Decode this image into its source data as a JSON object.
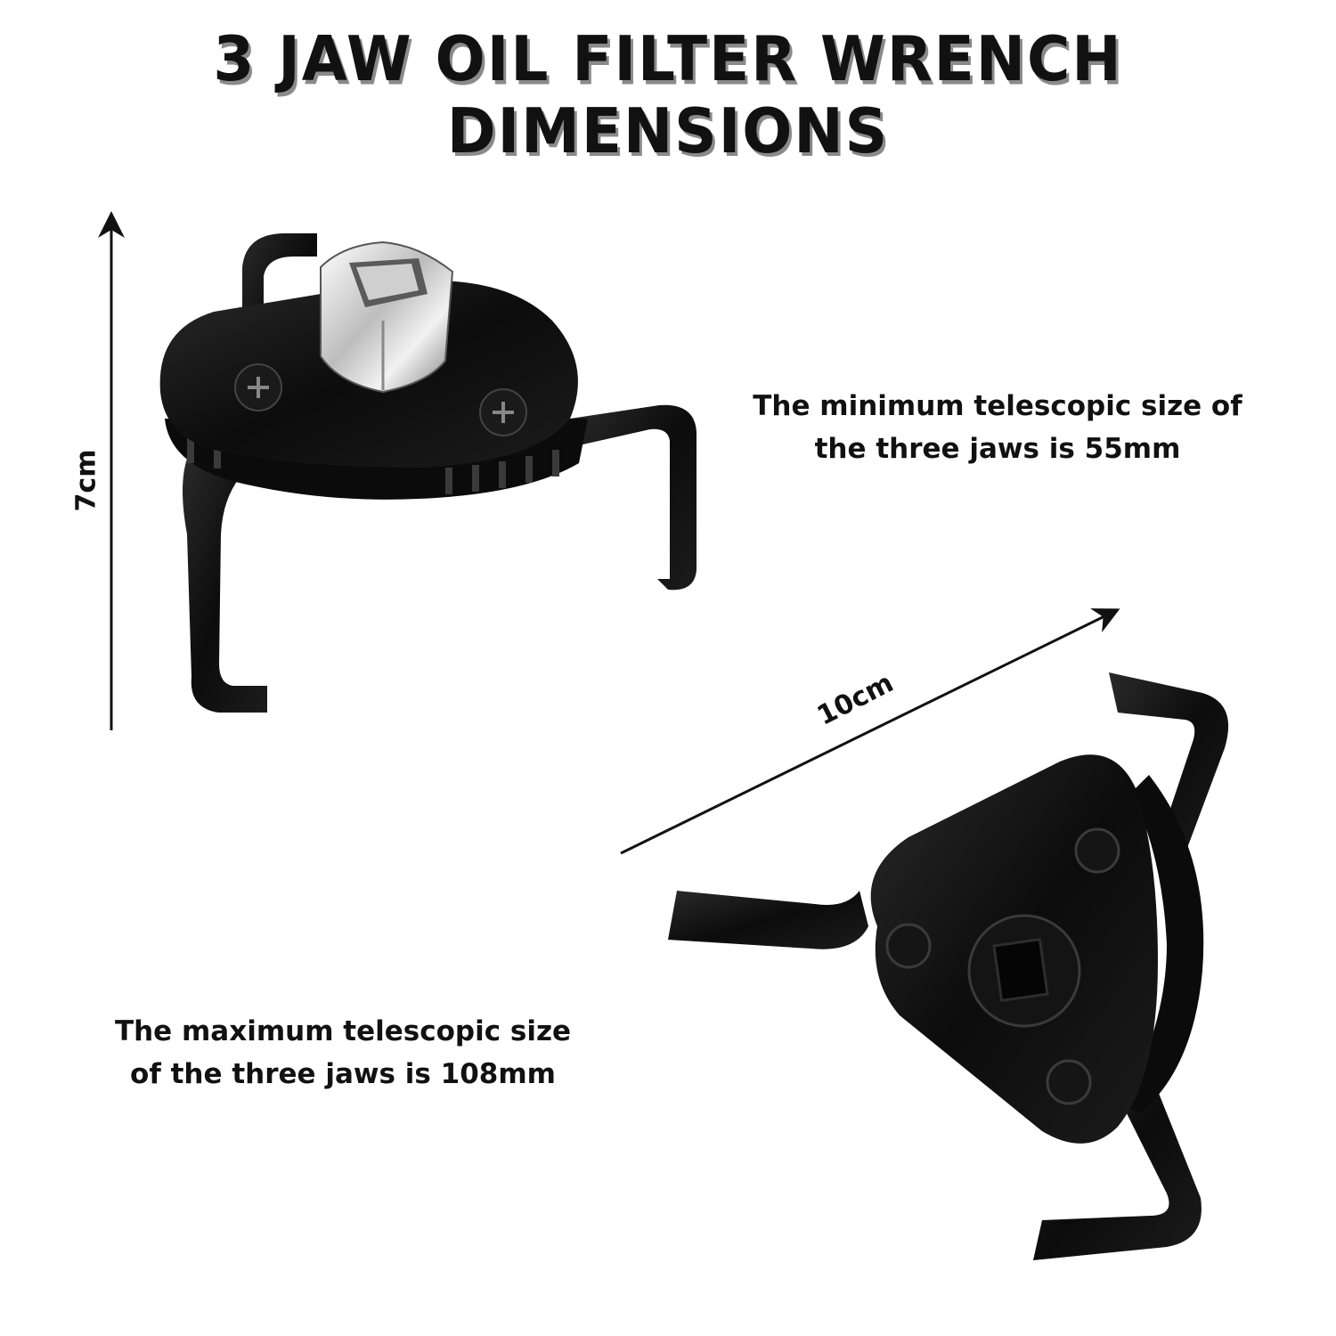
{
  "title": "3 JAW OIL FILTER WRENCH DIMENSIONS",
  "dimensions": {
    "height_label": "7cm",
    "width_label": "10cm"
  },
  "captions": {
    "minimum": {
      "line1": "The minimum telescopic size of",
      "line2": "the three jaws is 55mm"
    },
    "maximum": {
      "line1": "The maximum telescopic size",
      "line2": "of the three jaws is 108mm"
    }
  },
  "colors": {
    "tool_black": "#101010",
    "chrome": "#d8d8d8",
    "arrow": "#111111"
  }
}
